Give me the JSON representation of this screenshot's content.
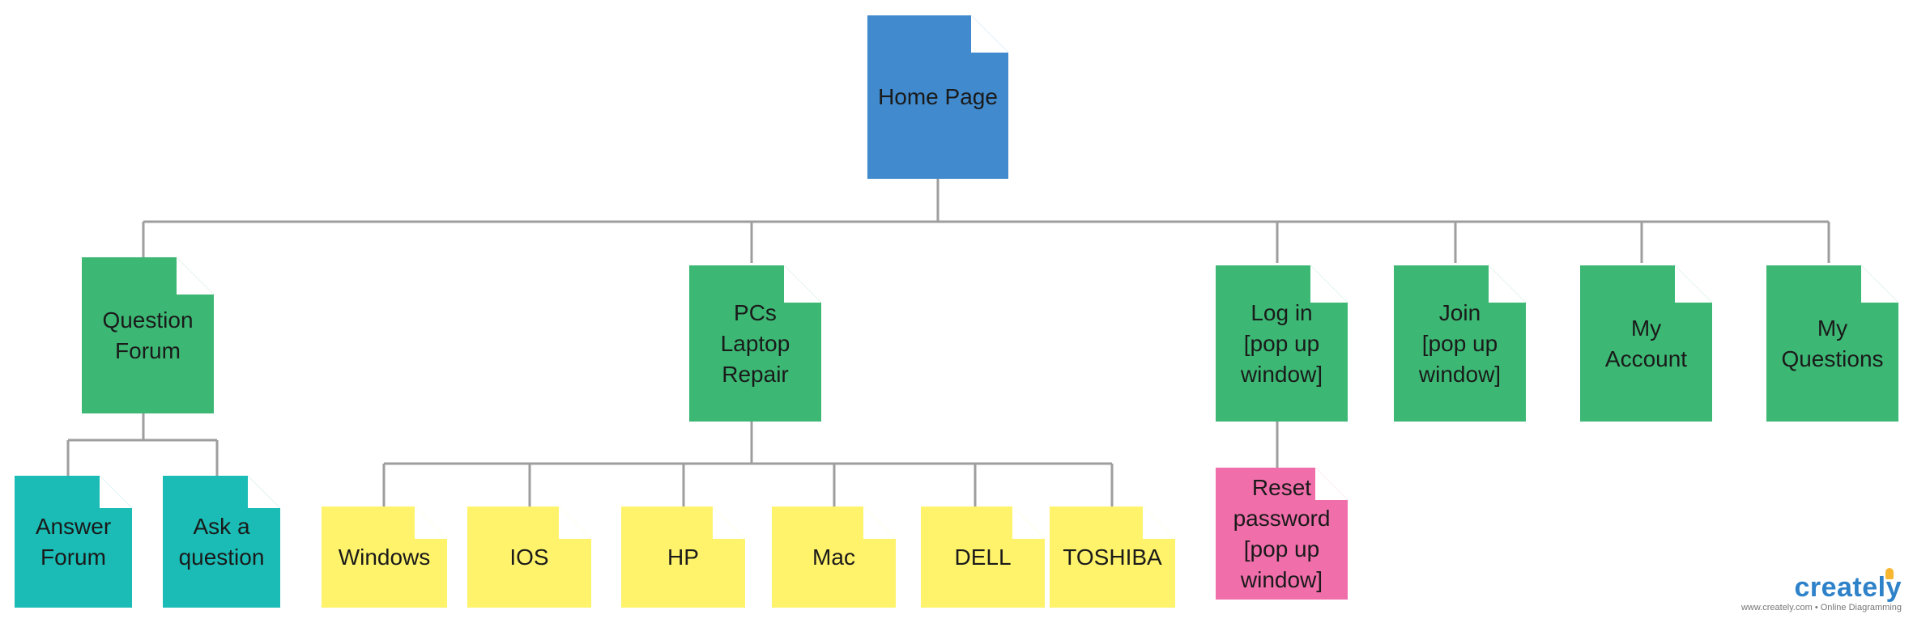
{
  "colors": {
    "connector": "#9E9E9E",
    "root": "#418ACD",
    "section": "#3CB874",
    "forum_child": "#1ABCB5",
    "brand_child": "#FFF36B",
    "popup_child": "#F06EAA"
  },
  "nodes": {
    "home": "Home Page",
    "question_forum": "Question\nForum",
    "pcs_laptop_repair": "PCs\nLaptop\nRepair",
    "log_in": "Log in\n[pop up\nwindow]",
    "join": "Join\n[pop up\nwindow]",
    "my_account": "My\nAccount",
    "my_questions": "My\nQuestions",
    "answer_forum": "Answer\nForum",
    "ask_question": "Ask a\nquestion",
    "windows": "Windows",
    "ios": "IOS",
    "hp": "HP",
    "mac": "Mac",
    "dell": "DELL",
    "toshiba": "TOSHIBA",
    "reset_password": "Reset\npassword\n[pop up\nwindow]"
  },
  "edges": [
    [
      "home",
      "question_forum"
    ],
    [
      "home",
      "pcs_laptop_repair"
    ],
    [
      "home",
      "log_in"
    ],
    [
      "home",
      "join"
    ],
    [
      "home",
      "my_account"
    ],
    [
      "home",
      "my_questions"
    ],
    [
      "question_forum",
      "answer_forum"
    ],
    [
      "question_forum",
      "ask_question"
    ],
    [
      "pcs_laptop_repair",
      "windows"
    ],
    [
      "pcs_laptop_repair",
      "ios"
    ],
    [
      "pcs_laptop_repair",
      "hp"
    ],
    [
      "pcs_laptop_repair",
      "mac"
    ],
    [
      "pcs_laptop_repair",
      "dell"
    ],
    [
      "pcs_laptop_repair",
      "toshiba"
    ],
    [
      "log_in",
      "reset_password"
    ]
  ],
  "watermark": {
    "name": "creately",
    "caption": "www.creately.com • Online Diagramming"
  }
}
